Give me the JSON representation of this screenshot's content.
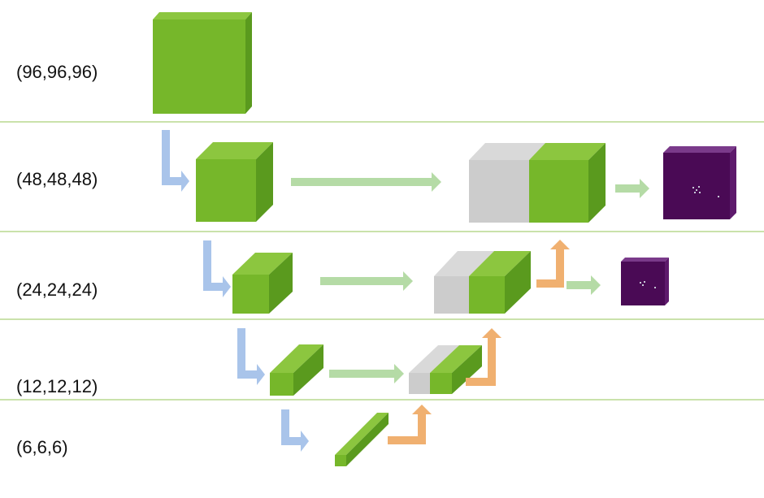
{
  "levels": [
    {
      "label": "(96,96,96)"
    },
    {
      "label": "(48,48,48)"
    },
    {
      "label": "(24,24,24)"
    },
    {
      "label": "(12,12,12)"
    },
    {
      "label": "(6,6,6)"
    }
  ],
  "colors": {
    "cube_front": "#76b72a",
    "cube_top": "#8cc63f",
    "cube_side": "#5a9a1e",
    "concat_front": "#cccccc",
    "concat_top": "#d9d9d9",
    "downsample_arrow": "#a9c4ea",
    "skip_arrow": "#b5dba6",
    "upsample_arrow": "#f0b070",
    "output_front": "#4a0a55",
    "output_top": "#7a3a8a",
    "output_side": "#5e1a6c",
    "separator": "#b9d98f"
  },
  "icons": {
    "downsample": "down-right-arrow-icon",
    "upsample": "right-up-arrow-icon",
    "skip": "right-arrow-icon"
  }
}
